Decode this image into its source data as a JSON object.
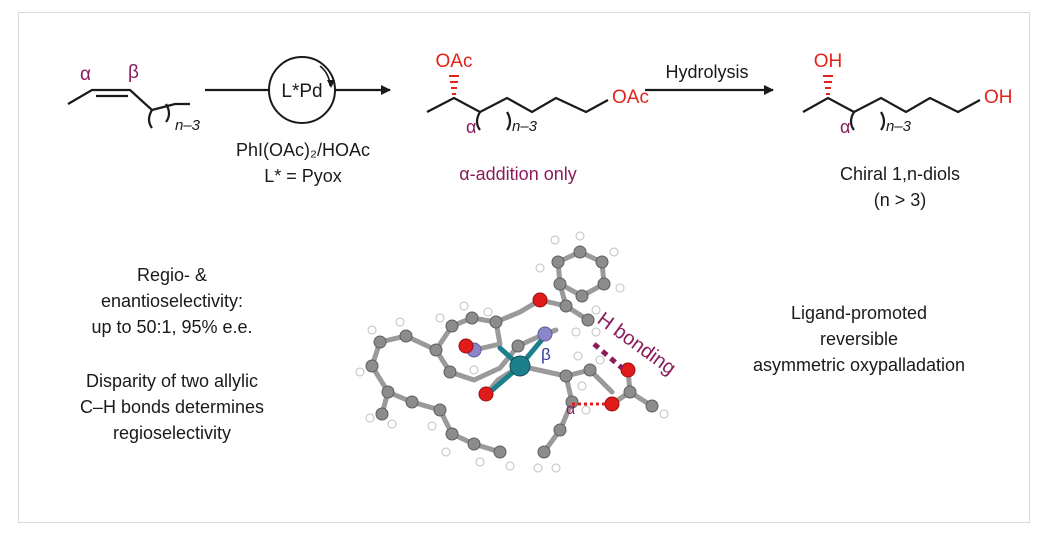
{
  "colors": {
    "red": "#e2231a",
    "purple": "#8a1c5c",
    "blue": "#2f3aa0",
    "carbon": "#8c8c8c",
    "hydrogen": "#ffffff",
    "oxygen": "#e01b1b",
    "nitrogen": "#8a86c8",
    "palladium": "#1d7f8a",
    "text": "#1a1a1a"
  },
  "scheme": {
    "substrate": {
      "alpha": "α",
      "beta": "β",
      "subscript": "n–3"
    },
    "catalyst": "L*Pd",
    "conditions": [
      "PhI(OAc)₂/HOAc",
      "L* = Pyox"
    ],
    "product": {
      "top_group": "OAc",
      "end_group": "OAc",
      "alpha": "α",
      "subscript": "n–3"
    },
    "product_note": "α-addition only",
    "hydrolysis": "Hydrolysis",
    "diol": {
      "top_group": "OH",
      "end_group": "OH",
      "alpha": "α",
      "subscript": "n–3"
    },
    "diol_note": [
      "Chiral 1,n-diols",
      "(n > 3)"
    ]
  },
  "model": {
    "h_bond_label": "H bonding",
    "beta": "β",
    "alpha": "α"
  },
  "left_text": {
    "selectivity": [
      "Regio- &",
      "enantioselectivity:",
      "up to 50:1, 95% e.e."
    ],
    "disparity": [
      "Disparity of two allylic",
      "C–H bonds determines",
      "regioselectivity"
    ]
  },
  "right_text": [
    "Ligand-promoted",
    "reversible",
    "asymmetric oxypalladation"
  ]
}
